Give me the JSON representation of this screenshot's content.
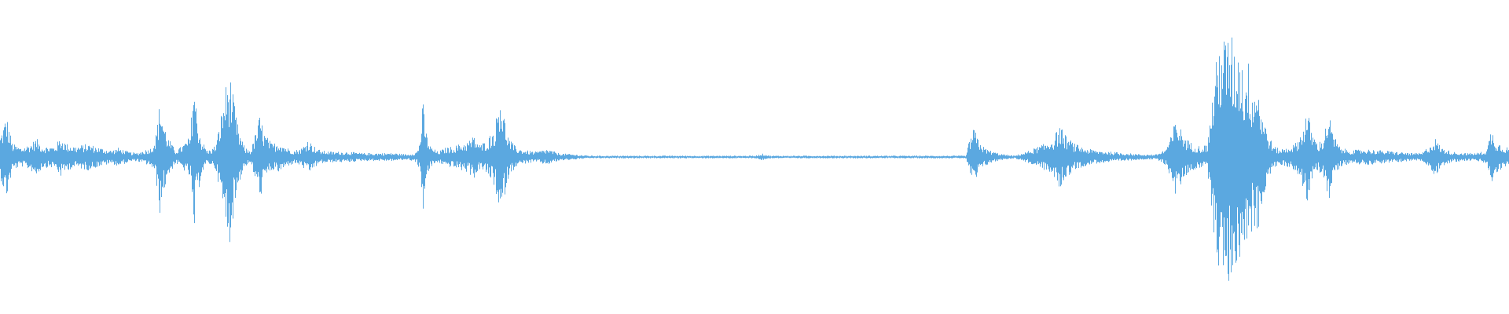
{
  "waveform": {
    "color": "#5ba8e0",
    "background": "#ffffff",
    "amplitude_envelope": [
      [
        0.0,
        0.16
      ],
      [
        0.004,
        0.32
      ],
      [
        0.008,
        0.1
      ],
      [
        0.014,
        0.07
      ],
      [
        0.02,
        0.1
      ],
      [
        0.024,
        0.14
      ],
      [
        0.028,
        0.08
      ],
      [
        0.036,
        0.08
      ],
      [
        0.04,
        0.15
      ],
      [
        0.044,
        0.1
      ],
      [
        0.05,
        0.08
      ],
      [
        0.058,
        0.1
      ],
      [
        0.066,
        0.07
      ],
      [
        0.074,
        0.05
      ],
      [
        0.078,
        0.07
      ],
      [
        0.085,
        0.04
      ],
      [
        0.09,
        0.03
      ],
      [
        0.1,
        0.07
      ],
      [
        0.103,
        0.16
      ],
      [
        0.106,
        0.45
      ],
      [
        0.108,
        0.28
      ],
      [
        0.111,
        0.15
      ],
      [
        0.116,
        0.05
      ],
      [
        0.12,
        0.08
      ],
      [
        0.126,
        0.16
      ],
      [
        0.128,
        0.67
      ],
      [
        0.13,
        0.35
      ],
      [
        0.133,
        0.14
      ],
      [
        0.137,
        0.05
      ],
      [
        0.14,
        0.06
      ],
      [
        0.143,
        0.1
      ],
      [
        0.146,
        0.3
      ],
      [
        0.149,
        0.52
      ],
      [
        0.152,
        0.64
      ],
      [
        0.155,
        0.4
      ],
      [
        0.158,
        0.2
      ],
      [
        0.162,
        0.07
      ],
      [
        0.166,
        0.05
      ],
      [
        0.17,
        0.22
      ],
      [
        0.172,
        0.32
      ],
      [
        0.175,
        0.18
      ],
      [
        0.18,
        0.1
      ],
      [
        0.185,
        0.12
      ],
      [
        0.19,
        0.07
      ],
      [
        0.195,
        0.05
      ],
      [
        0.2,
        0.07
      ],
      [
        0.204,
        0.14
      ],
      [
        0.207,
        0.09
      ],
      [
        0.212,
        0.05
      ],
      [
        0.22,
        0.04
      ],
      [
        0.23,
        0.04
      ],
      [
        0.24,
        0.03
      ],
      [
        0.25,
        0.03
      ],
      [
        0.26,
        0.03
      ],
      [
        0.27,
        0.02
      ],
      [
        0.276,
        0.04
      ],
      [
        0.278,
        0.12
      ],
      [
        0.28,
        0.42
      ],
      [
        0.282,
        0.2
      ],
      [
        0.285,
        0.08
      ],
      [
        0.29,
        0.04
      ],
      [
        0.295,
        0.07
      ],
      [
        0.3,
        0.08
      ],
      [
        0.305,
        0.1
      ],
      [
        0.31,
        0.12
      ],
      [
        0.314,
        0.16
      ],
      [
        0.318,
        0.09
      ],
      [
        0.323,
        0.14
      ],
      [
        0.328,
        0.23
      ],
      [
        0.331,
        0.55
      ],
      [
        0.334,
        0.3
      ],
      [
        0.337,
        0.14
      ],
      [
        0.342,
        0.07
      ],
      [
        0.348,
        0.05
      ],
      [
        0.355,
        0.04
      ],
      [
        0.362,
        0.06
      ],
      [
        0.37,
        0.03
      ],
      [
        0.38,
        0.02
      ],
      [
        0.39,
        0.01
      ],
      [
        0.4,
        0.01
      ],
      [
        0.45,
        0.01
      ],
      [
        0.5,
        0.01
      ],
      [
        0.505,
        0.025
      ],
      [
        0.51,
        0.01
      ],
      [
        0.55,
        0.01
      ],
      [
        0.6,
        0.01
      ],
      [
        0.64,
        0.01
      ],
      [
        0.642,
        0.12
      ],
      [
        0.645,
        0.22
      ],
      [
        0.648,
        0.14
      ],
      [
        0.652,
        0.07
      ],
      [
        0.658,
        0.04
      ],
      [
        0.665,
        0.02
      ],
      [
        0.672,
        0.01
      ],
      [
        0.68,
        0.04
      ],
      [
        0.686,
        0.07
      ],
      [
        0.692,
        0.1
      ],
      [
        0.698,
        0.15
      ],
      [
        0.702,
        0.24
      ],
      [
        0.706,
        0.16
      ],
      [
        0.712,
        0.1
      ],
      [
        0.718,
        0.07
      ],
      [
        0.726,
        0.05
      ],
      [
        0.736,
        0.04
      ],
      [
        0.746,
        0.03
      ],
      [
        0.756,
        0.02
      ],
      [
        0.766,
        0.02
      ],
      [
        0.772,
        0.06
      ],
      [
        0.776,
        0.16
      ],
      [
        0.779,
        0.3
      ],
      [
        0.782,
        0.22
      ],
      [
        0.786,
        0.14
      ],
      [
        0.79,
        0.1
      ],
      [
        0.796,
        0.08
      ],
      [
        0.8,
        0.1
      ],
      [
        0.803,
        0.45
      ],
      [
        0.806,
        0.74
      ],
      [
        0.809,
        0.95
      ],
      [
        0.812,
        0.88
      ],
      [
        0.815,
        0.98
      ],
      [
        0.818,
        0.78
      ],
      [
        0.821,
        0.88
      ],
      [
        0.824,
        0.62
      ],
      [
        0.827,
        0.72
      ],
      [
        0.83,
        0.52
      ],
      [
        0.833,
        0.6
      ],
      [
        0.836,
        0.35
      ],
      [
        0.84,
        0.18
      ],
      [
        0.844,
        0.08
      ],
      [
        0.848,
        0.06
      ],
      [
        0.852,
        0.07
      ],
      [
        0.858,
        0.1
      ],
      [
        0.862,
        0.18
      ],
      [
        0.866,
        0.36
      ],
      [
        0.869,
        0.2
      ],
      [
        0.873,
        0.1
      ],
      [
        0.877,
        0.15
      ],
      [
        0.88,
        0.35
      ],
      [
        0.883,
        0.18
      ],
      [
        0.888,
        0.07
      ],
      [
        0.895,
        0.05
      ],
      [
        0.905,
        0.06
      ],
      [
        0.915,
        0.05
      ],
      [
        0.925,
        0.04
      ],
      [
        0.935,
        0.03
      ],
      [
        0.942,
        0.03
      ],
      [
        0.948,
        0.1
      ],
      [
        0.951,
        0.14
      ],
      [
        0.955,
        0.07
      ],
      [
        0.962,
        0.04
      ],
      [
        0.97,
        0.03
      ],
      [
        0.978,
        0.03
      ],
      [
        0.985,
        0.05
      ],
      [
        0.988,
        0.22
      ],
      [
        0.991,
        0.13
      ],
      [
        0.995,
        0.09
      ],
      [
        1.0,
        0.07
      ]
    ]
  }
}
